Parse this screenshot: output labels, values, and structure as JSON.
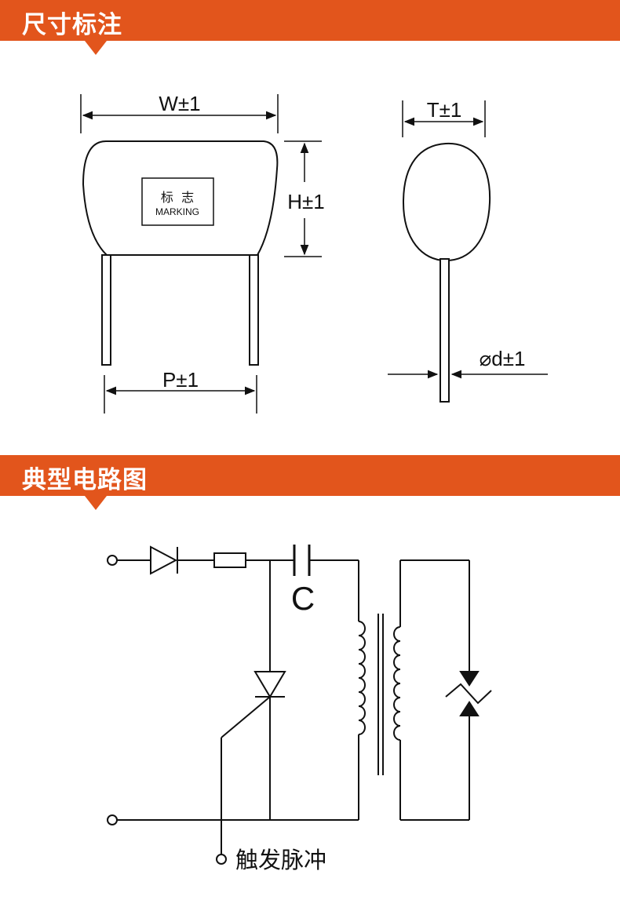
{
  "sections": [
    {
      "title": "尺寸标注"
    },
    {
      "title": "典型电路图"
    }
  ],
  "dimension_drawing": {
    "front_view": {
      "width_label": "W±1",
      "height_label": "H±1",
      "pitch_label": "P±1",
      "marking_cn": "标  志",
      "marking_en": "MARKING"
    },
    "side_view": {
      "thickness_label": "T±1",
      "lead_diameter_label": "⌀d±1"
    }
  },
  "circuit": {
    "capacitor_label": "C",
    "trigger_label": "触发脉冲"
  },
  "colors": {
    "banner": "#e2551c",
    "line": "#111111"
  }
}
